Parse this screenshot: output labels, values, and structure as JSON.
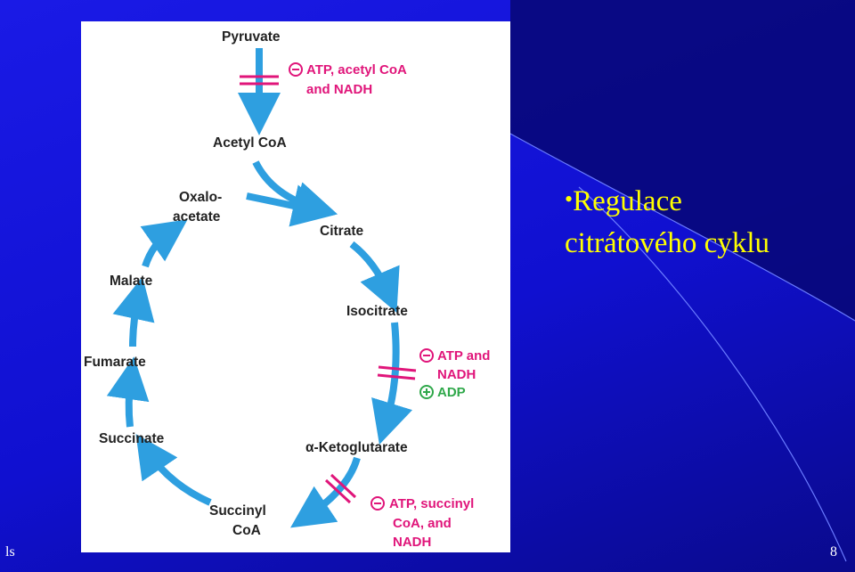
{
  "slide": {
    "title_line1": "Regulace",
    "title_line2": "citrátového cyklu",
    "bullet": "•",
    "footer_left": "ls",
    "page_number": "8"
  },
  "diagram": {
    "nodes": {
      "pyruvate": "Pyruvate",
      "acetyl_coa": "Acetyl CoA",
      "oxalo_1": "Oxalo-",
      "oxalo_2": "acetate",
      "citrate": "Citrate",
      "isocitrate": "Isocitrate",
      "ketoglutarate": "α-Ketoglutarate",
      "succinyl_1": "Succinyl",
      "succinyl_2": "CoA",
      "succinate": "Succinate",
      "fumarate": "Fumarate",
      "malate": "Malate"
    },
    "regulators": {
      "pdh_neg_1": "ATP, acetyl CoA",
      "pdh_neg_2": "and NADH",
      "idh_neg_1": "ATP and",
      "idh_neg_2": "NADH",
      "idh_pos": "ADP",
      "kgdh_neg_1": "ATP, succinyl",
      "kgdh_neg_2": "CoA, and",
      "kgdh_neg_3": "NADH"
    },
    "colors": {
      "arrow": "#2e9fe0",
      "inhibitor": "#e0157a",
      "activator": "#2fa84a"
    }
  }
}
